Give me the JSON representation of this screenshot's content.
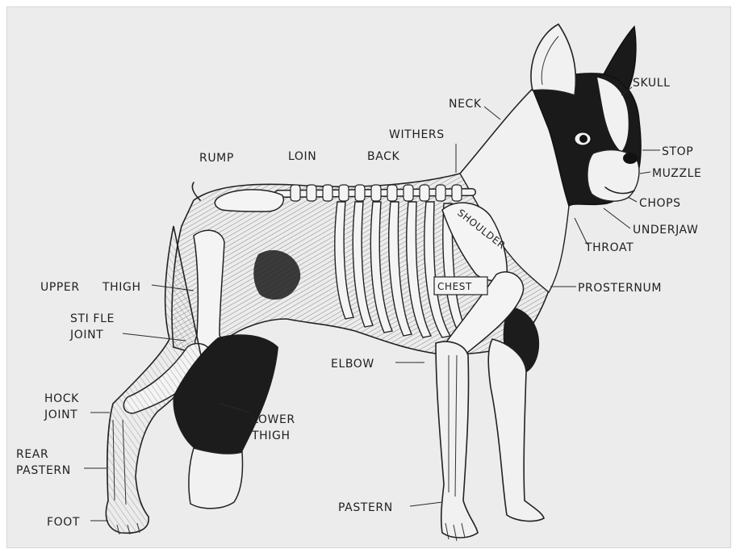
{
  "labels": {
    "skull": "SKULL",
    "neck": "NECK",
    "stop": "STOP",
    "withers": "WITHERS",
    "muzzle": "MUZZLE",
    "rump": "RUMP",
    "loin": "LOIN",
    "back": "BACK",
    "chops": "CHOPS",
    "underjaw": "UNDERJAW",
    "shoulder": "SHOULDER",
    "throat": "THROAT",
    "upper_thigh_1": "UPPER",
    "upper_thigh_2": "THIGH",
    "chest": "CHEST",
    "prosternum": "PROSTERNUM",
    "stifle_1": "STI FLE",
    "stifle_2": "JOINT",
    "elbow": "ELBOW",
    "hock_1": "HOCK",
    "hock_2": "JOINT",
    "lower_thigh_1": "LOWER",
    "lower_thigh_2": "THIGH",
    "rear_pastern_1": "REAR",
    "rear_pastern_2": "PASTERN",
    "pastern": "PASTERN",
    "foot": "FOOT"
  }
}
